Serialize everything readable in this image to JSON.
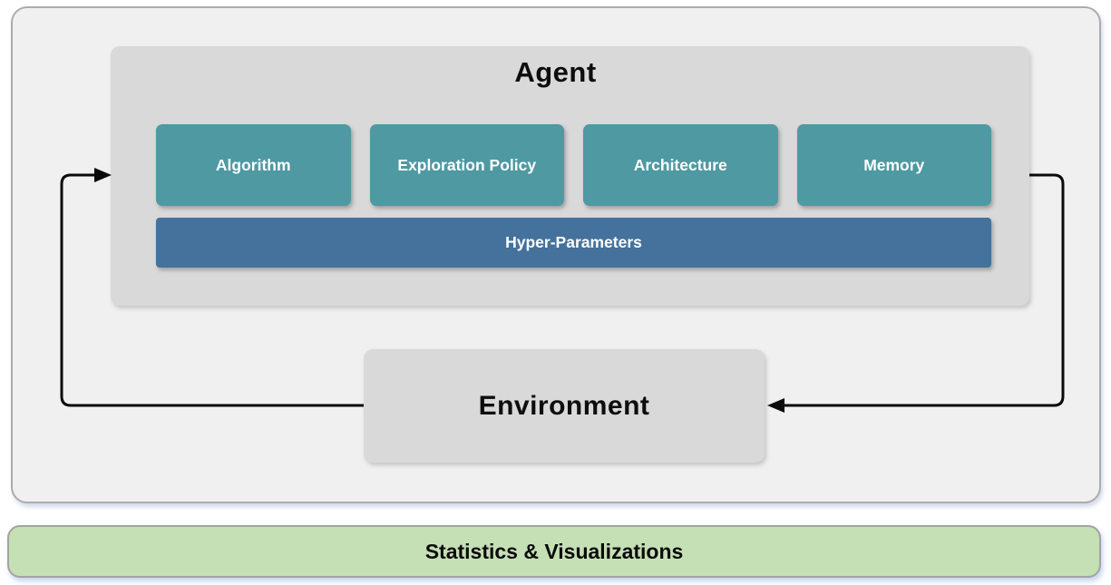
{
  "diagram": {
    "agent": {
      "title": "Agent",
      "modules": [
        {
          "label": "Algorithm"
        },
        {
          "label": "Exploration Policy"
        },
        {
          "label": "Architecture"
        },
        {
          "label": "Memory"
        }
      ],
      "hyper_parameters_label": "Hyper-Parameters"
    },
    "environment": {
      "title": "Environment"
    },
    "stats_bar": {
      "label": "Statistics & Visualizations"
    },
    "arrows": [
      {
        "from": "agent",
        "to": "environment",
        "side": "right"
      },
      {
        "from": "environment",
        "to": "agent",
        "side": "left"
      }
    ],
    "colors": {
      "module_teal": "#4E99A2",
      "hyper_blue": "#44729C",
      "stats_green": "#C5E0B4",
      "box_gray": "#D9D9D9",
      "panel_gray": "#F0F0F0",
      "arrow_black": "#0A0A0A"
    }
  }
}
